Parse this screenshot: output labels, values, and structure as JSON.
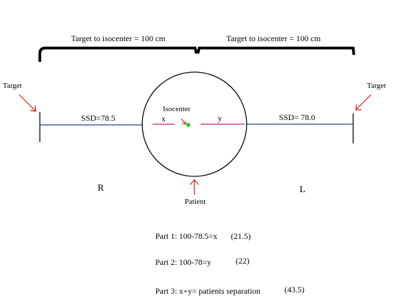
{
  "brackets": {
    "left_label": "Target to isocenter = 100 cm",
    "right_label": "Target to isocenter = 100 cm"
  },
  "targets": {
    "left_label": "Target",
    "right_label": "Target"
  },
  "ssd": {
    "left_label": "SSD=78.5",
    "right_label": "SSD= 78.0"
  },
  "center": {
    "isocenter_label": "Isocenter",
    "x_label": "x",
    "y_label": "y",
    "patient_label": "Patient"
  },
  "sides": {
    "left": "R",
    "right": "L"
  },
  "parts": [
    {
      "text": "Part 1: 100-78.5=x",
      "answer": "(21.5)"
    },
    {
      "text": "Part 2: 100-78=y",
      "answer": "(22)"
    },
    {
      "text": "Part 3: x+y= patients  separation",
      "answer": "(43.5)"
    }
  ],
  "colors": {
    "beam_line": "#1f3f8f",
    "xy_line": "#c0177f",
    "arrow": "#e01010",
    "isocenter_dot": "#22cc22"
  }
}
